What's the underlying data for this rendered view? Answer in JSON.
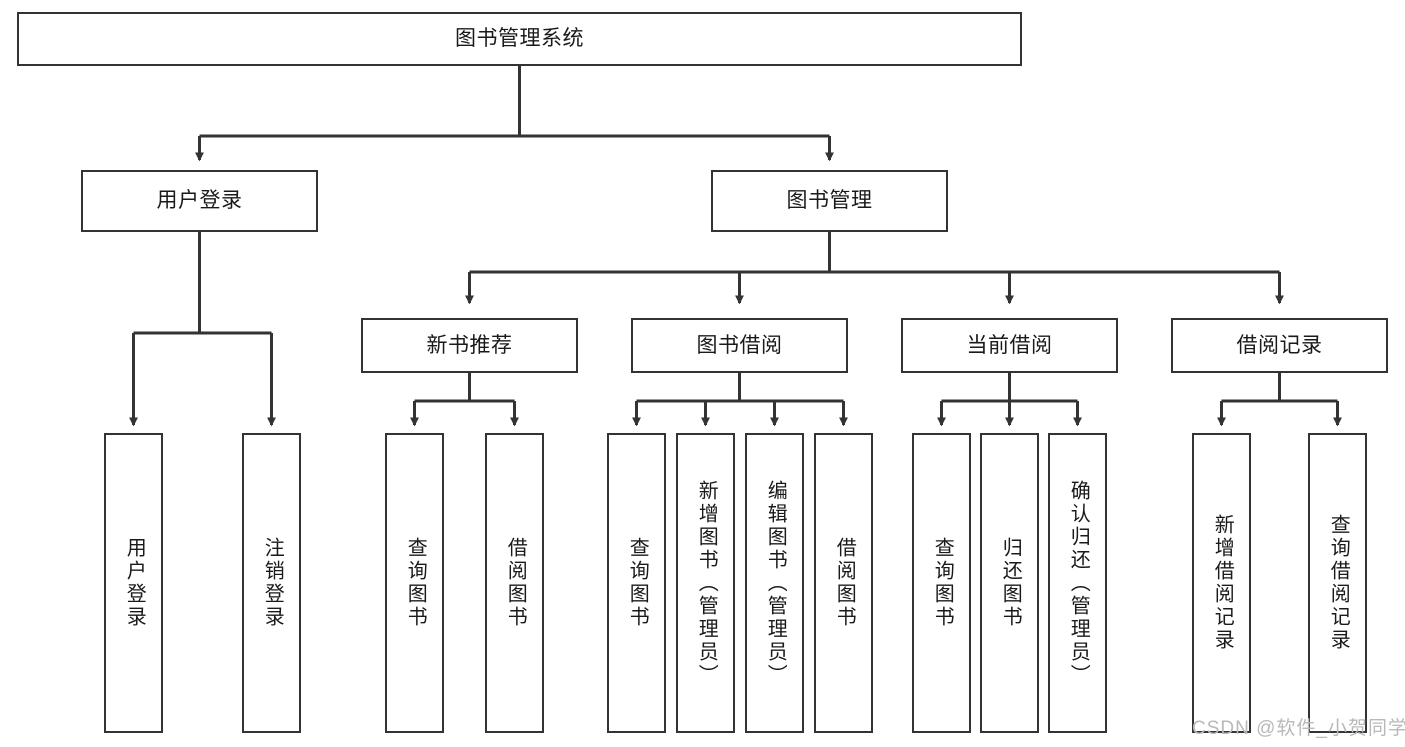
{
  "diagram": {
    "title": "图书管理系统",
    "type": "tree-hierarchy-diagram",
    "colors": {
      "box_border": "#333333",
      "box_fill": "#ffffff",
      "edge": "#333333",
      "text": "#1a1a1a",
      "watermark": "#b9b9b9",
      "background": "#ffffff"
    },
    "root": {
      "label": "图书管理系统"
    },
    "level2": [
      {
        "label": "用户登录"
      },
      {
        "label": "图书管理"
      }
    ],
    "level3": [
      {
        "label": "新书推荐"
      },
      {
        "label": "图书借阅"
      },
      {
        "label": "当前借阅"
      },
      {
        "label": "借阅记录"
      }
    ],
    "leaves": {
      "user_login": [
        {
          "label": "用户登录"
        },
        {
          "label": "注销登录"
        }
      ],
      "new_book_recommend": [
        {
          "label": "查询图书"
        },
        {
          "label": "借阅图书"
        }
      ],
      "book_borrow": [
        {
          "label": "查询图书"
        },
        {
          "label": "新增图书（管理员）"
        },
        {
          "label": "编辑图书（管理员）"
        },
        {
          "label": "借阅图书"
        }
      ],
      "current_borrow": [
        {
          "label": "查询图书"
        },
        {
          "label": "归还图书"
        },
        {
          "label": "确认归还（管理员）"
        }
      ],
      "borrow_record": [
        {
          "label": "新增借阅记录"
        },
        {
          "label": "查询借阅记录"
        }
      ]
    }
  },
  "watermark": {
    "text": "CSDN @软件_小贺同学"
  }
}
